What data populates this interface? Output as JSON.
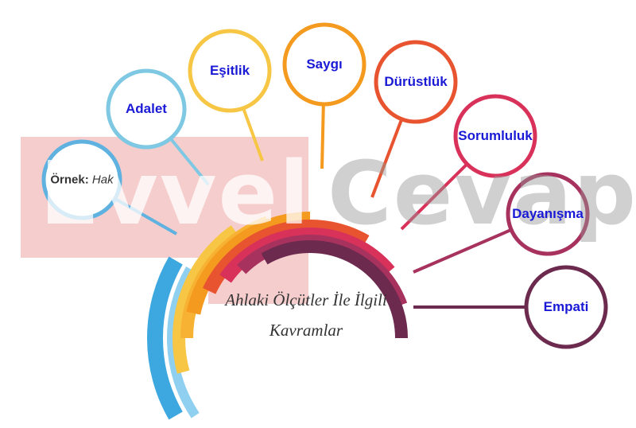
{
  "title_line1": "Ahlaki Ölçütler İle İlgili",
  "title_line2": "Kavramlar",
  "example": {
    "prefix": "Örnek:",
    "value": "Hak"
  },
  "concepts": [
    {
      "label": "Adalet",
      "color": "#7ec8e3"
    },
    {
      "label": "Eşitlik",
      "color": "#f6c644"
    },
    {
      "label": "Saygı",
      "color": "#f39a1f"
    },
    {
      "label": "Dürüstlük",
      "color": "#e8542f"
    },
    {
      "label": "Sorumluluk",
      "color": "#d9325a"
    },
    {
      "label": "Dayanışma",
      "color": "#a8325e"
    },
    {
      "label": "Empati",
      "color": "#6b2a4e"
    }
  ],
  "watermark": {
    "left": "Evvel",
    "right": "Cevap"
  },
  "colors": {
    "label_text": "#1a1ad6",
    "example_circle": "#5fb2e0"
  }
}
